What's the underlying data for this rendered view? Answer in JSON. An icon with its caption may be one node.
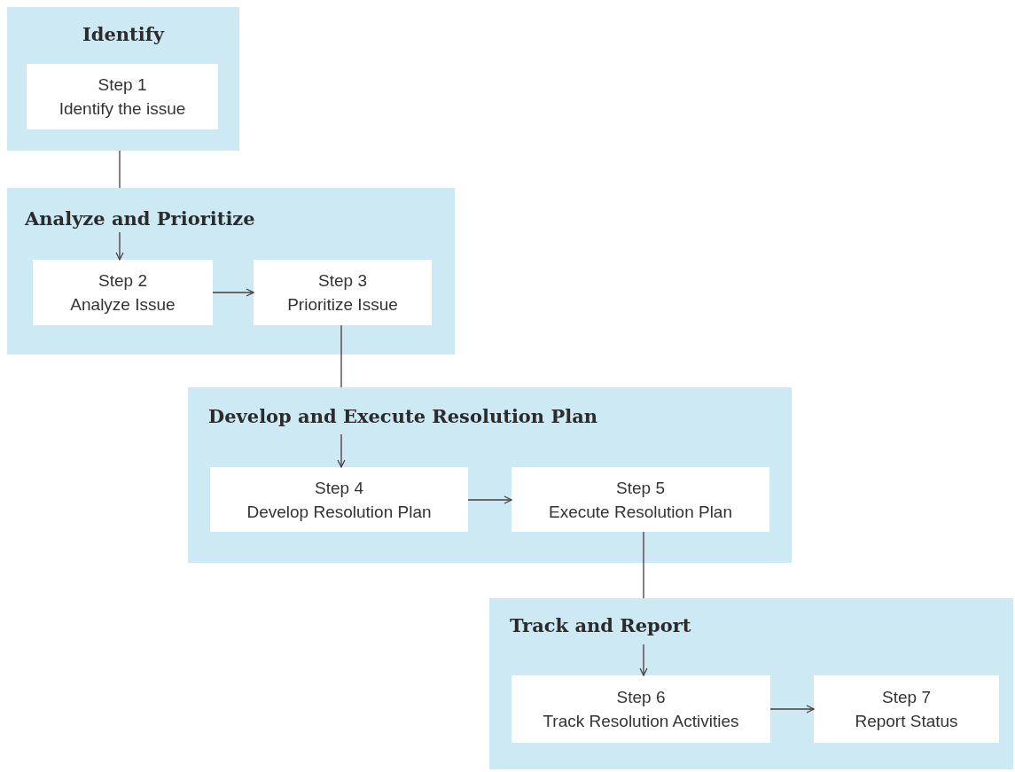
{
  "diagram": {
    "nodes": [
      {
        "text": [
          "Identify"
        ]
      },
      {
        "text": [
          "Step 1",
          "Identify the issue"
        ],
        "in": 0
      },
      {
        "text": [
          "Analyze and Prioritize"
        ]
      },
      {
        "text": [
          "Step 2",
          "Analyze Issue"
        ],
        "in": 2
      },
      {
        "text": [
          "Step 3",
          "Prioritize Issue"
        ],
        "in": 2
      },
      {
        "text": [
          "Develop and Execute Resolution Plan"
        ]
      },
      {
        "text": [
          "Step 4",
          "Develop Resolution Plan"
        ],
        "in": 5
      },
      {
        "text": [
          "Step 5",
          "Execute Resolution Plan"
        ],
        "in": 5
      },
      {
        "text": [
          "Track and Report"
        ]
      },
      {
        "text": [
          "Step 6",
          "Track Resolution Activities"
        ],
        "in": 8
      },
      {
        "text": [
          "Step 7",
          "Report Status"
        ],
        "in": 8
      }
    ],
    "edges": [
      {
        "from": 0,
        "to": 2,
        "arrow": "none"
      },
      {
        "from": null,
        "to": 3,
        "arrow": "to"
      },
      {
        "from": 3,
        "to": 4,
        "arrow": "to"
      },
      {
        "from": 4,
        "to": 5,
        "arrow": "none"
      },
      {
        "from": null,
        "to": 6,
        "arrow": "to"
      },
      {
        "from": 6,
        "to": 7,
        "arrow": "to"
      },
      {
        "from": 7,
        "to": 8,
        "arrow": "none"
      },
      {
        "from": null,
        "to": 9,
        "arrow": "to"
      },
      {
        "from": 9,
        "to": 10,
        "arrow": "to"
      }
    ]
  }
}
